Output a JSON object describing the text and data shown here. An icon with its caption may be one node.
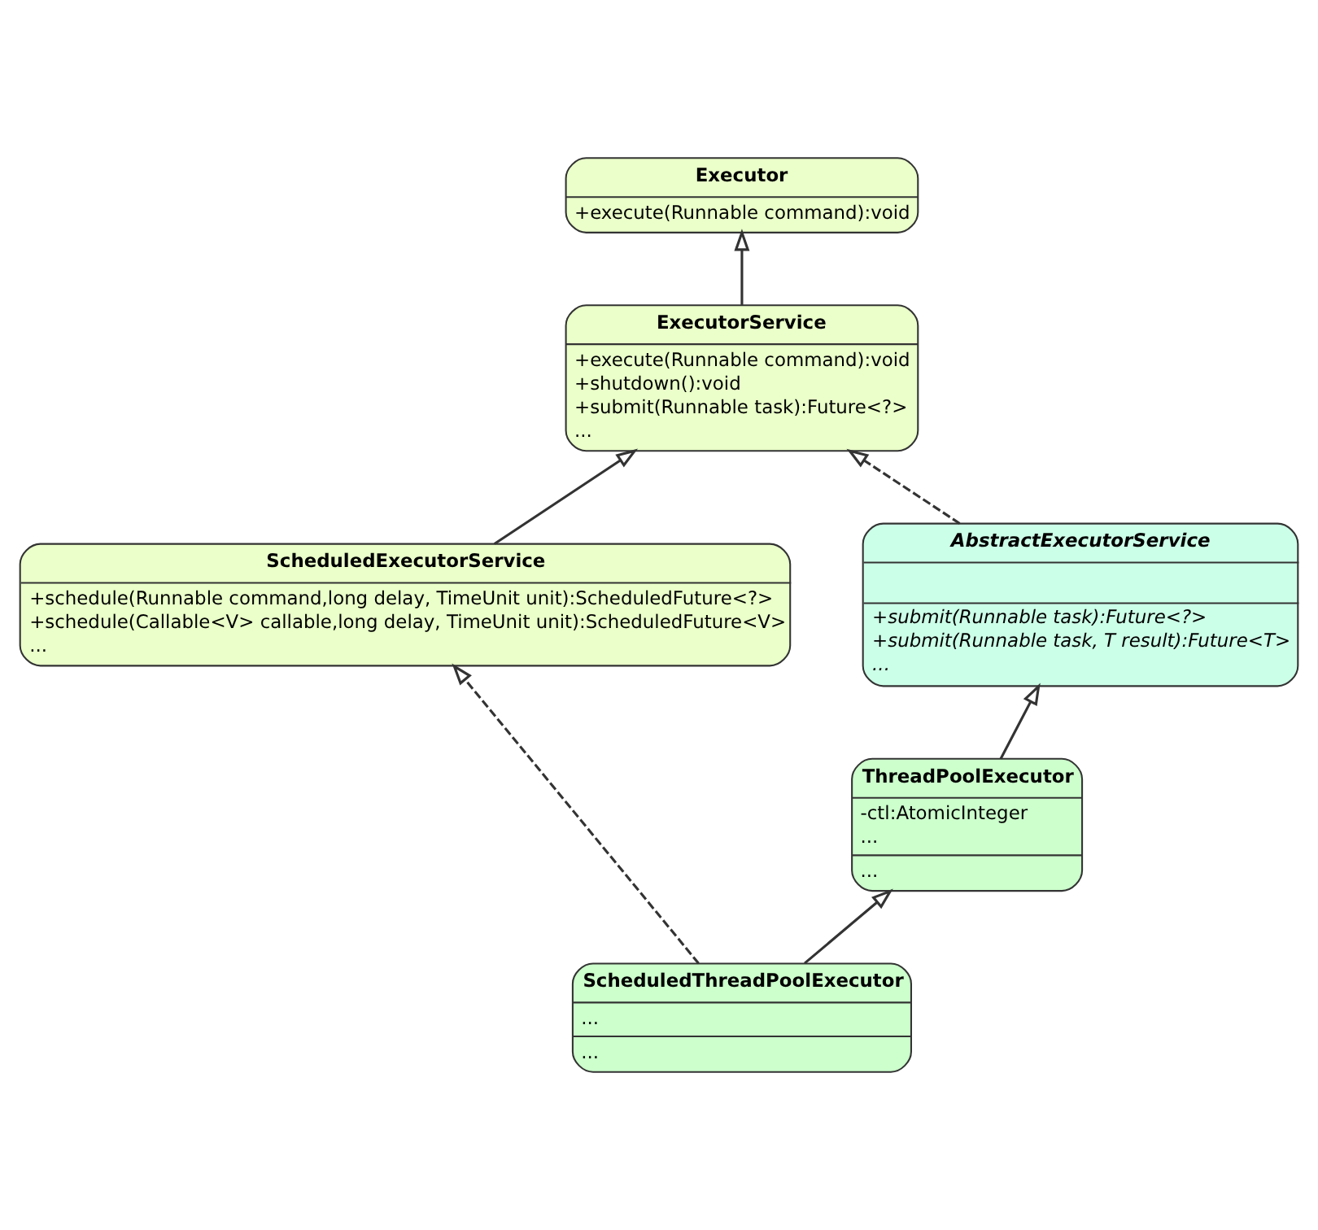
{
  "diagram": {
    "nodes": [
      {
        "text": [
          "Executor",
          "+execute(Runnable command):void"
        ]
      },
      {
        "text": [
          "ExecutorService",
          "+execute(Runnable command):void",
          "+shutdown():void",
          "+submit(Runnable task):Future<?>",
          "..."
        ]
      },
      {
        "text": [
          "AbstractExecutorService",
          "+submit(Runnable task):Future<?>",
          "+submit(Runnable task, T result):Future<T>",
          "..."
        ]
      },
      {
        "text": [
          "ScheduledExecutorService",
          "+schedule(Runnable command,long delay, TimeUnit unit):ScheduledFuture<?>",
          "+schedule(Callable<V> callable,long delay, TimeUnit unit):ScheduledFuture<V>",
          "..."
        ]
      },
      {
        "text": [
          "ThreadPoolExecutor",
          "-ctl:AtomicInteger",
          "...",
          "..."
        ]
      },
      {
        "text": [
          "ScheduledThreadPoolExecutor",
          "...",
          "..."
        ]
      }
    ],
    "edges": [
      {
        "from": 1,
        "to": 0,
        "arrow": "to"
      },
      {
        "from": 2,
        "to": 1,
        "arrow": "to",
        "style": "dashed"
      },
      {
        "from": 3,
        "to": 1,
        "arrow": "to"
      },
      {
        "from": 4,
        "to": 2,
        "arrow": "to"
      },
      {
        "from": 5,
        "to": 4,
        "arrow": "to"
      },
      {
        "from": 5,
        "to": 3,
        "arrow": "to",
        "style": "dashed"
      }
    ]
  }
}
